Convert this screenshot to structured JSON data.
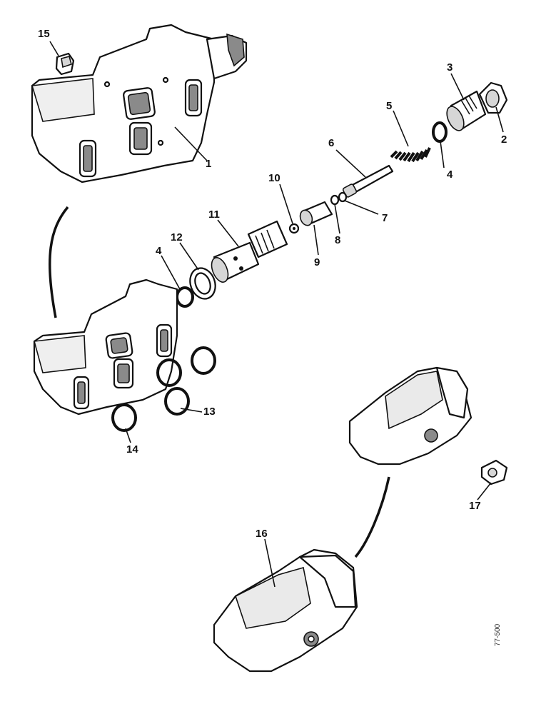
{
  "callouts": {
    "c1": "1",
    "c2": "2",
    "c3": "3",
    "c4a": "4",
    "c4b": "4",
    "c5": "5",
    "c6": "6",
    "c7": "7",
    "c8": "8",
    "c9": "9",
    "c10": "10",
    "c11": "11",
    "c12": "12",
    "c13": "13",
    "c14": "14",
    "c15": "15",
    "c16": "16",
    "c17": "17"
  },
  "reference_code": "77-500"
}
